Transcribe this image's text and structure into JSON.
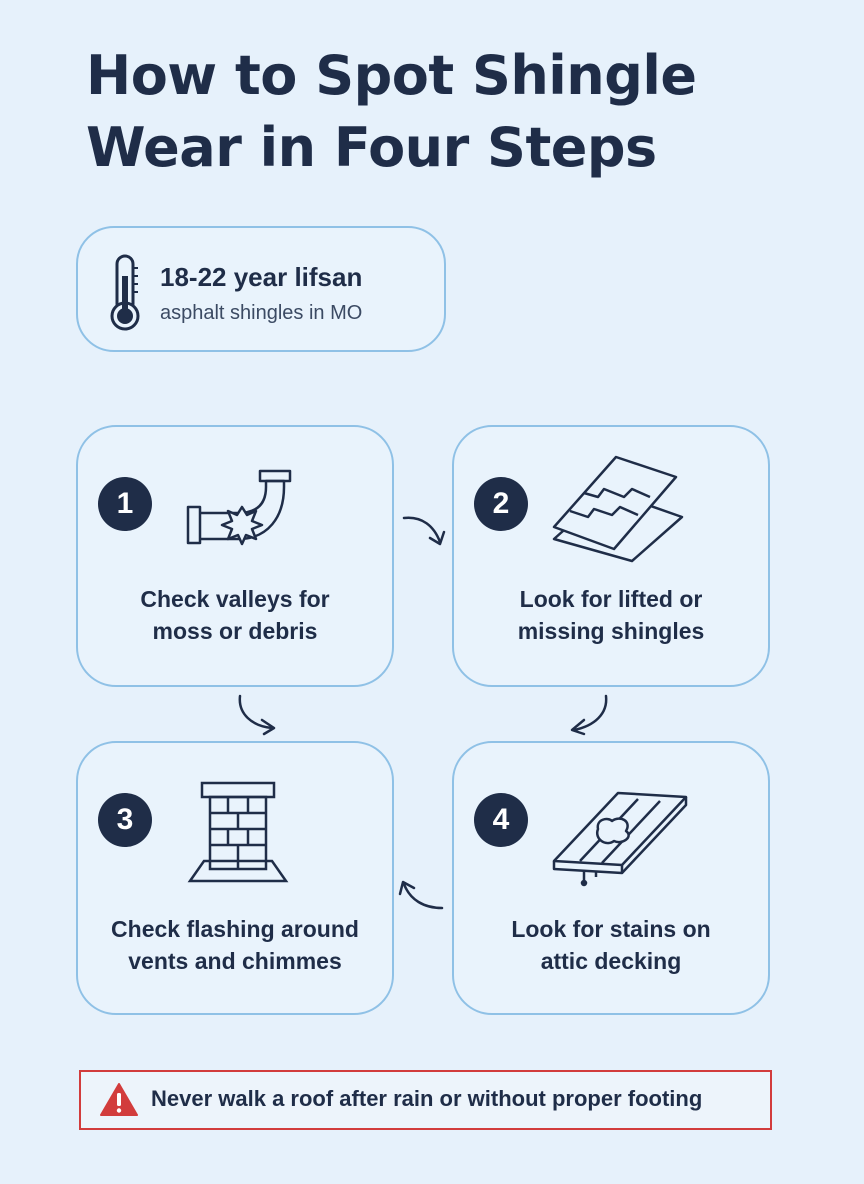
{
  "title": {
    "line1": "How to Spot Shingle",
    "line2": "Wear in Four Steps"
  },
  "stat": {
    "value": "18-22 year lifsan",
    "subtitle": "asphalt shingles in MO",
    "icon": "thermometer-icon"
  },
  "steps": [
    {
      "number": "1",
      "line1": "Check valleys for",
      "line2": "moss or debris",
      "icon": "leaking-pipe-icon"
    },
    {
      "number": "2",
      "line1": "Look for lifted or",
      "line2": "missing shingles",
      "icon": "shingle-layers-icon"
    },
    {
      "number": "3",
      "line1": "Check flashing around",
      "line2": "vents and chimmes",
      "icon": "chimney-icon"
    },
    {
      "number": "4",
      "line1": "Look for stains on",
      "line2": "attic decking",
      "icon": "stained-decking-icon"
    }
  ],
  "warning": {
    "text": "Never walk a roof after rain or without proper footing",
    "icon": "warning-triangle-icon"
  },
  "colors": {
    "background": "#e6f1fb",
    "text": "#1f2d48",
    "card_border": "#8fc1e6",
    "warning": "#d23c3c"
  }
}
